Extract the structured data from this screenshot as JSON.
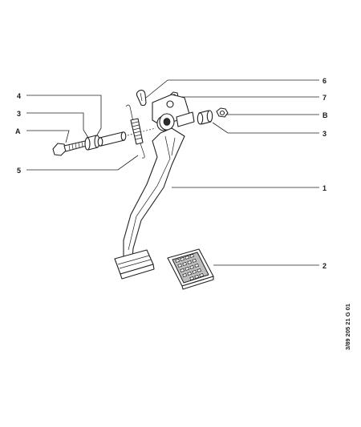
{
  "callouts": [
    {
      "id": "4",
      "text": "4"
    },
    {
      "id": "3-left",
      "text": "3"
    },
    {
      "id": "A",
      "text": "A"
    },
    {
      "id": "5",
      "text": "5"
    },
    {
      "id": "6",
      "text": "6"
    },
    {
      "id": "7",
      "text": "7"
    },
    {
      "id": "B",
      "text": "B"
    },
    {
      "id": "3-right",
      "text": "3"
    },
    {
      "id": "1",
      "text": "1"
    },
    {
      "id": "2",
      "text": "2"
    }
  ],
  "reference_code": "3/89  205  21 G 01"
}
